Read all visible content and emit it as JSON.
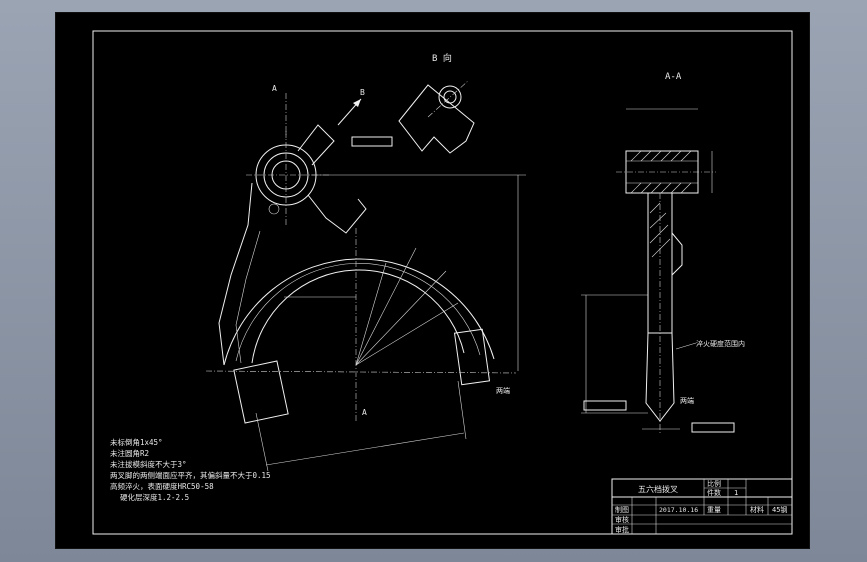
{
  "colors": {
    "background": "#8a94a3",
    "sheet": "#000000",
    "lines": "#f0f0f0"
  },
  "views": {
    "section_label": "A-A",
    "view_b_label": "B 向",
    "section_mark_a": "A",
    "view_arrow_b": "B"
  },
  "annotations": {
    "hardness_note": "淬火硬度范围内",
    "surface_mark": "两端"
  },
  "notes": {
    "lines": [
      "未标倒角1x45°",
      "未注圆角R2",
      "未注拔模斜度不大于3°",
      "两叉脚的两侧端面应平齐，其偏斜量不大于0.15",
      "高频淬火，表面硬度HRC50-58",
      "硬化层深度1.2-2.5"
    ]
  },
  "title_block": {
    "part_name": "五六档拨叉",
    "scale_label": "比例",
    "qty_label": "件数",
    "weight_label": "重量",
    "material_label": "材料",
    "material_value": "45钢",
    "qty_value": "1",
    "designer_label": "制图",
    "checker_label": "审核",
    "approver_label": "审批",
    "date_value": "2017.10.16"
  }
}
